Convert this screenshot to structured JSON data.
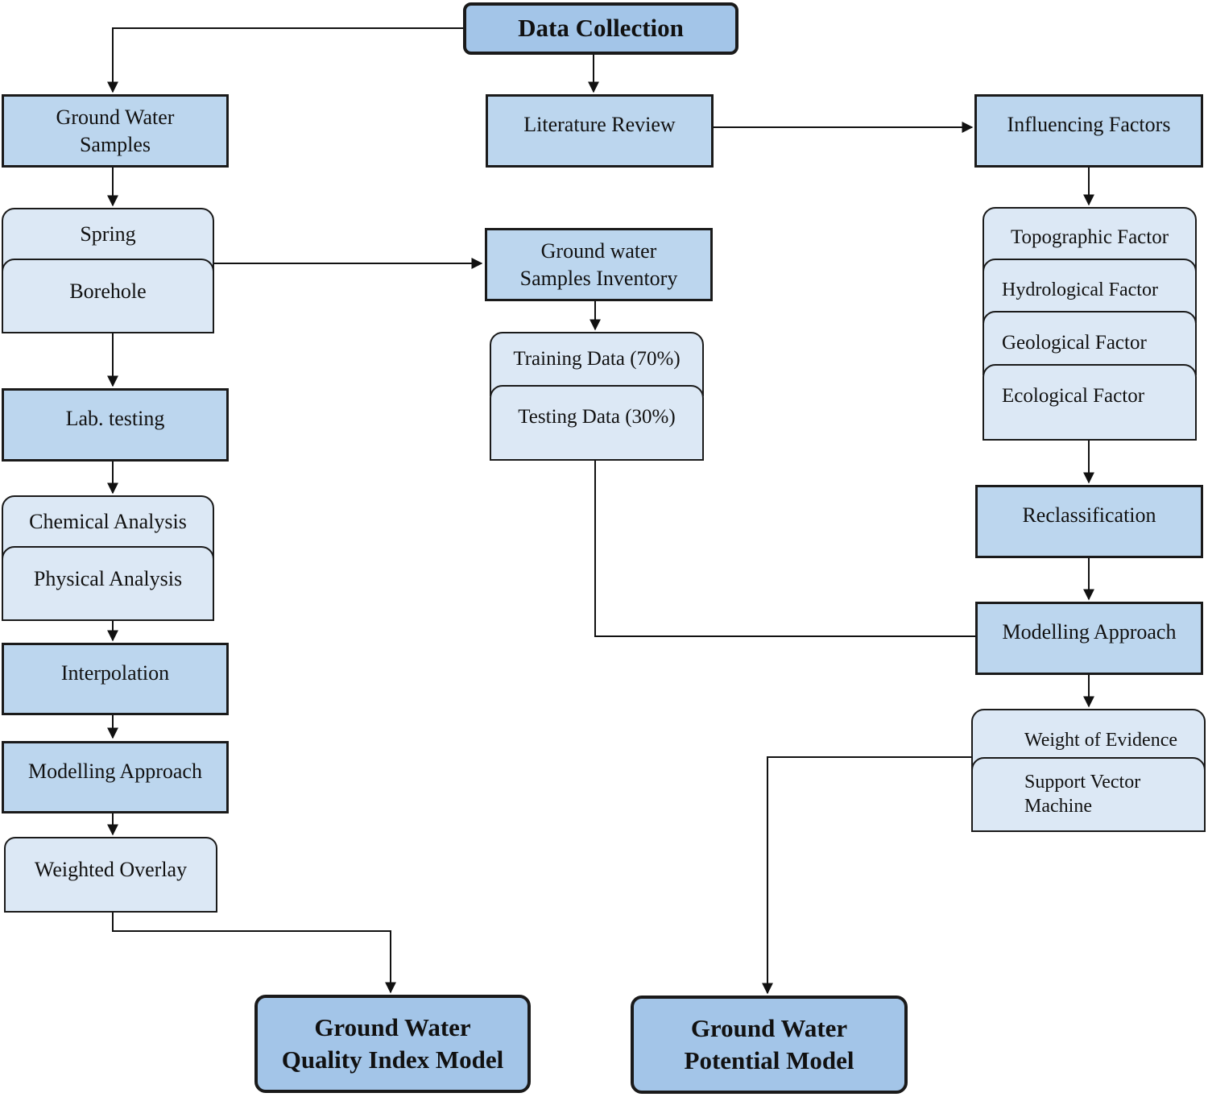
{
  "nodes": {
    "data_collection": "Data Collection",
    "ground_water_samples": "Ground Water\nSamples",
    "spring": "Spring",
    "borehole": "Borehole",
    "lab_testing": "Lab. testing",
    "chemical_analysis": "Chemical Analysis",
    "physical_analysis": "Physical Analysis",
    "interpolation": "Interpolation",
    "modelling_approach_left": "Modelling Approach",
    "weighted_overlay": "Weighted Overlay",
    "gwqi_model": "Ground Water\nQuality Index Model",
    "literature_review": "Literature Review",
    "gw_samples_inventory": "Ground water\nSamples Inventory",
    "training_data": "Training Data (70%)",
    "testing_data": "Testing Data (30%)",
    "influencing_factors": "Influencing Factors",
    "topographic_factor": "Topographic Factor",
    "hydrological_factor": "Hydrological Factor",
    "geological_factor": "Geological Factor",
    "ecological_factor": "Ecological Factor",
    "reclassification": "Reclassification",
    "modelling_approach_right": "Modelling Approach",
    "weight_of_evidence": "Weight of Evidence",
    "support_vector_machine": "Support Vector\nMachine",
    "gwp_model": "Ground Water\nPotential Model"
  },
  "colors": {
    "box_fill": "#bcd6ee",
    "sub_box_fill": "#dce8f5",
    "major_fill": "#a3c5e8",
    "stroke": "#1a1a1a"
  }
}
